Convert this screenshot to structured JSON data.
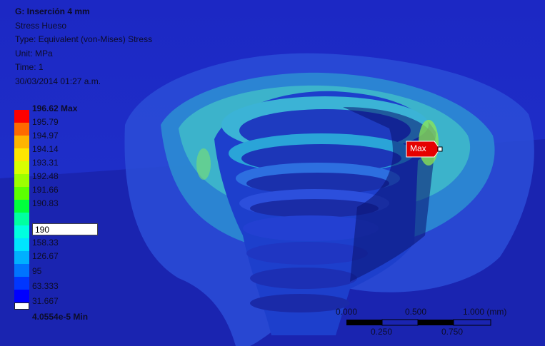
{
  "info": {
    "title": "G: Inserción 4 mm",
    "lines": [
      "Stress Hueso",
      "Type: Equivalent (von-Mises) Stress",
      "Unit: MPa",
      "Time: 1",
      "30/03/2014 01:27 a.m."
    ]
  },
  "legend": {
    "max_label": "196.62 Max",
    "min_label": "4.0554e-5 Min",
    "values": [
      "195.79",
      "194.97",
      "194.14",
      "193.31",
      "192.48",
      "191.66",
      "190.83"
    ],
    "edit_value": "190",
    "lower_values": [
      "158.33",
      "126.67",
      "95",
      "63.333",
      "31.667"
    ],
    "colors": [
      "#ff0000",
      "#ff6a00",
      "#ffb400",
      "#ffe600",
      "#d8ff00",
      "#9cff00",
      "#5cff00",
      "#00ff3c",
      "#00ffa0",
      "#00ffe0",
      "#00e4ff",
      "#00b0ff",
      "#0074ff",
      "#0036ff",
      "#0000ff"
    ]
  },
  "scalebar": {
    "labels_top": [
      "0.000",
      "0.500",
      "1.000 (mm)"
    ],
    "labels_bottom": [
      "0.250",
      "0.750"
    ]
  },
  "probe": {
    "label": "Max"
  }
}
